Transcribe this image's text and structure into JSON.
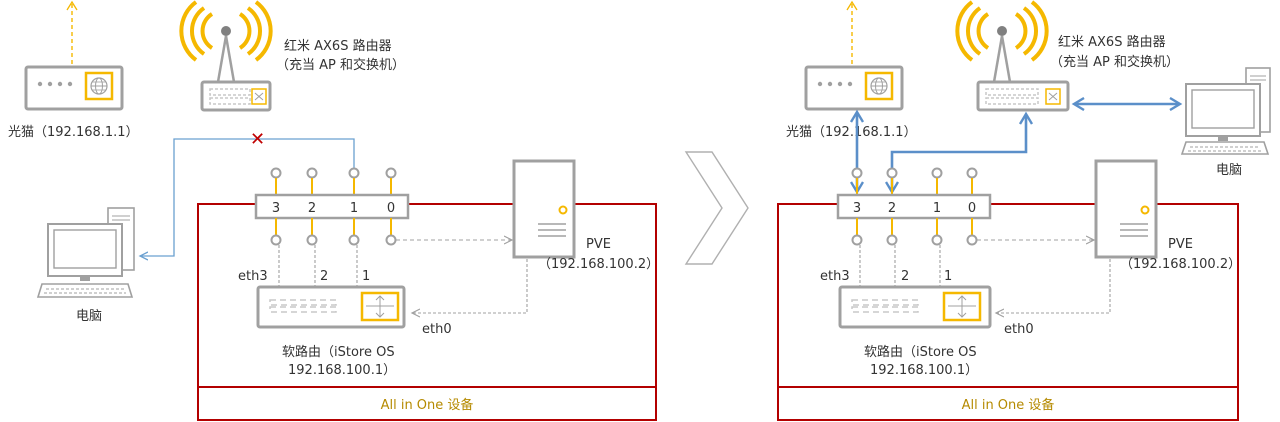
{
  "colors": {
    "yellow": "#f5b800",
    "gray": "#a0a0a0",
    "darkred": "#b30000",
    "blue": "#6aa0d0",
    "blueThick": "#5b8fc9",
    "boxTitle": "#b58a00",
    "cross": "#c00000"
  },
  "icons": [
    "wifi-icon",
    "globe-icon",
    "switch-icon",
    "router-icon",
    "server-icon",
    "monitor-icon",
    "keyboard-icon",
    "chevron-right-icon",
    "cross-icon"
  ],
  "labels": {
    "modem": "光猫（192.168.1.1）",
    "ap_line1": "红米 AX6S 路由器",
    "ap_line2": "（充当 AP 和交换机）",
    "pc": "电脑",
    "pve_line1": "PVE",
    "pve_line2": "（192.168.100.2）",
    "soft_line1": "软路由（iStore OS",
    "soft_line2": "192.168.100.1）",
    "eth3": "eth3",
    "eth2": "2",
    "eth1": "1",
    "eth0": "eth0",
    "port3": "3",
    "port2": "2",
    "port1": "1",
    "port0": "0",
    "cross": "✕",
    "box_title": "All in One 设备"
  }
}
